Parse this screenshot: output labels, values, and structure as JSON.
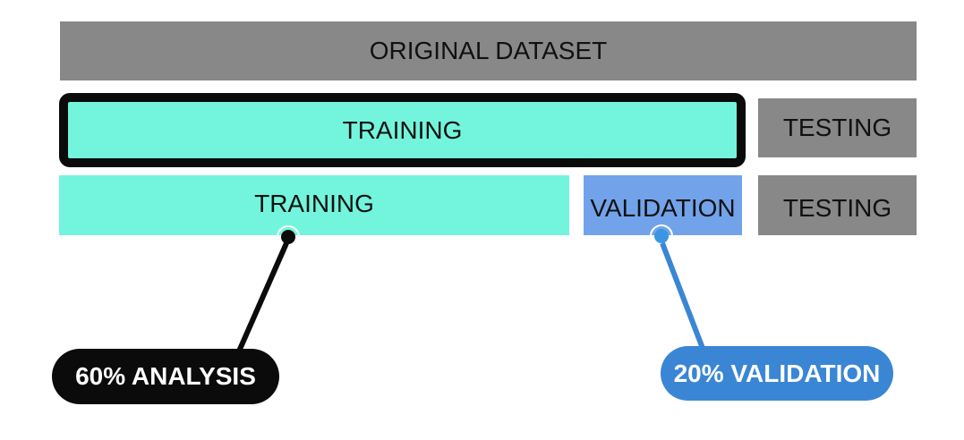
{
  "row1": {
    "original": "ORIGINAL DATASET"
  },
  "row2": {
    "training": "TRAINING",
    "testing": "TESTING"
  },
  "row3": {
    "training": "TRAINING",
    "validation": "VALIDATION",
    "testing": "TESTING"
  },
  "callouts": {
    "analysis": "60% ANALYSIS",
    "validation": "20% VALIDATION"
  },
  "colors": {
    "grey": "#888888",
    "teal": "#72f5dc",
    "blue": "#72a3ea",
    "callout_blue": "#3a86d4",
    "black": "#0b0b0b"
  }
}
